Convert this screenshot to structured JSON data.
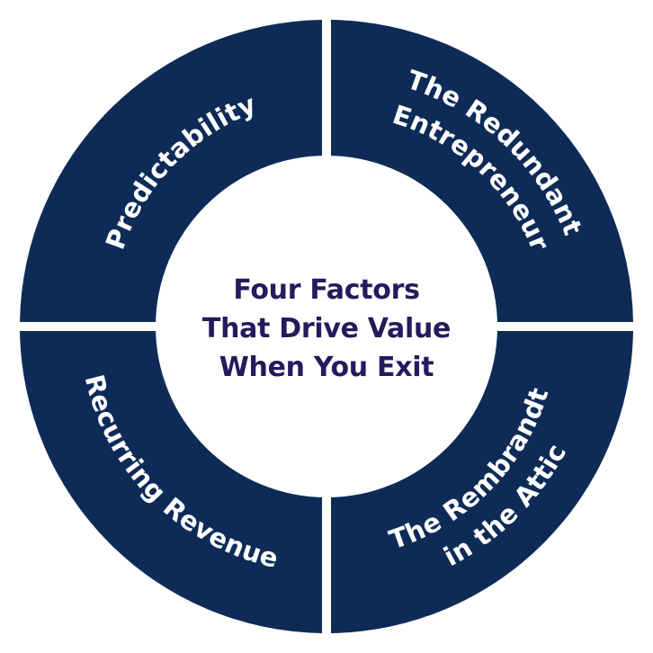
{
  "colors": {
    "segment_fill": "#0e2b57",
    "center_fill": "#ffffff",
    "center_text": "#241a5c",
    "segment_text": "#ffffff",
    "background": "#ffffff"
  },
  "center": {
    "lines": [
      "Four Factors",
      "That Drive Value",
      "When You Exit"
    ]
  },
  "segments": {
    "top_left": {
      "lines": [
        "Predictability"
      ]
    },
    "top_right": {
      "lines": [
        "The Redundant",
        "Entrepreneur"
      ]
    },
    "bottom_right": {
      "lines": [
        "The Rembrandt",
        "in the Attic"
      ]
    },
    "bottom_left": {
      "lines": [
        "Recurring Revenue"
      ]
    }
  }
}
